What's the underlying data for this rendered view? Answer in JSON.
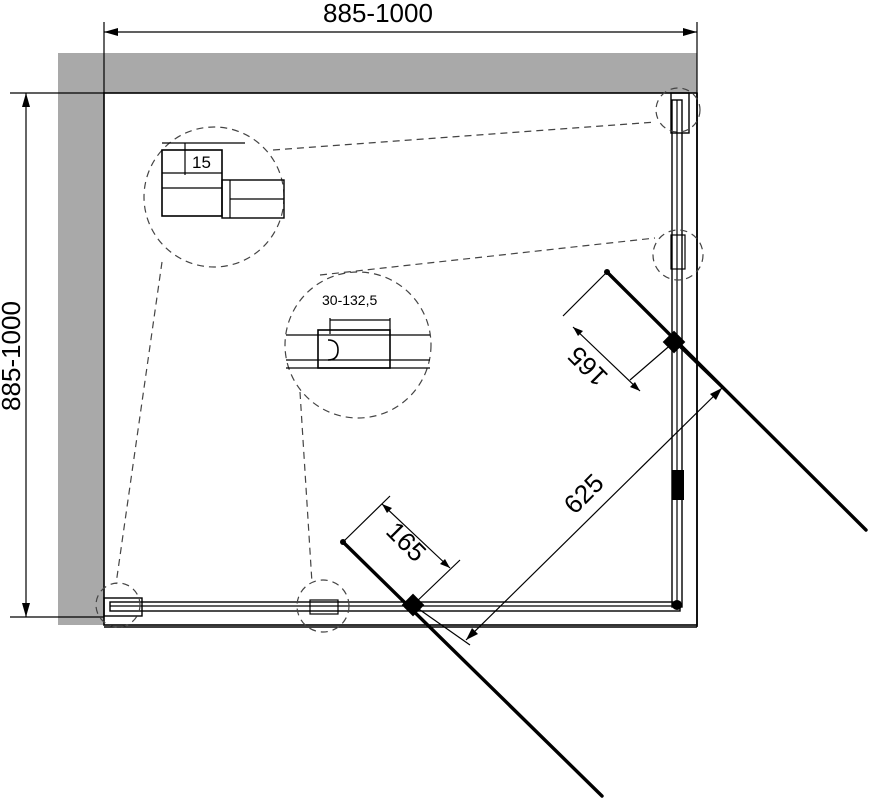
{
  "dimensions": {
    "width_label": "885-1000",
    "height_label": "885-1000",
    "door_opening_label": "625",
    "door_panel_right_label": "165",
    "door_panel_bottom_label": "165"
  },
  "details": {
    "corner_profile_label": "15",
    "adjust_range_label": "30-132,5"
  },
  "colors": {
    "wall_fill": "#a9a9a9",
    "line": "#000000",
    "dashed": "#444444"
  }
}
